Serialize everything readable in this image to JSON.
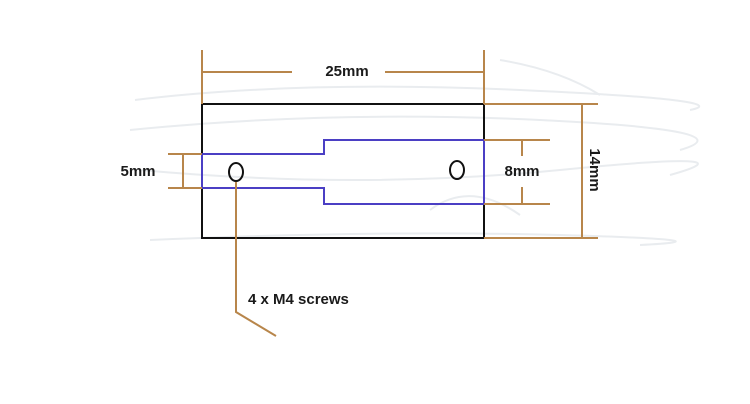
{
  "dimensions": {
    "width_label": "25mm",
    "height_label": "14mm",
    "left_slot_label": "5mm",
    "right_slot_label": "8mm"
  },
  "callout": {
    "label": "4 x M4 screws"
  },
  "colors": {
    "dimension_lines": "#b8864b",
    "outline": "#111111",
    "slot": "#4b3fc4"
  }
}
